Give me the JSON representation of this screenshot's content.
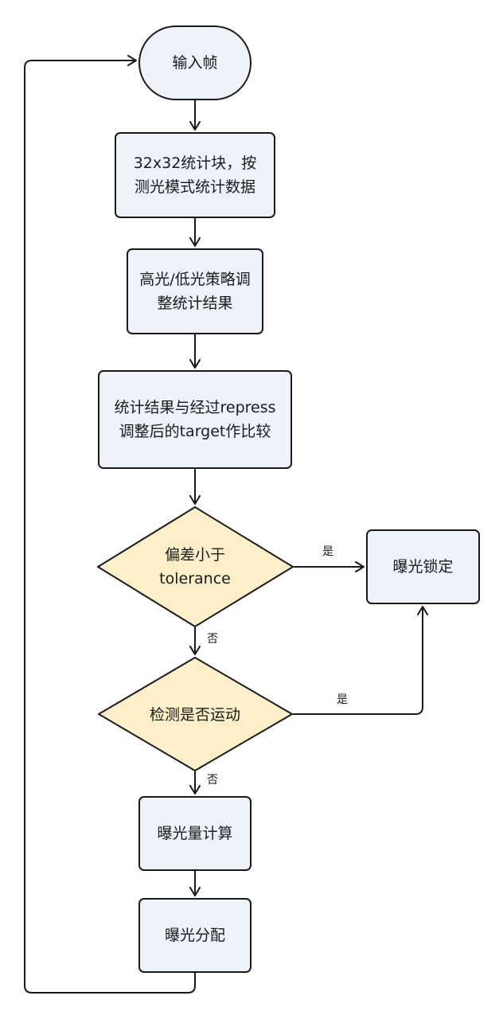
{
  "colors": {
    "process_fill": "#eef2fb",
    "decision_fill": "#fdf0c8",
    "stroke": "#1a1a1a"
  },
  "nodes": {
    "input_frame": "输入帧",
    "block_stats": "32x32统计块，按测光模式统计数据",
    "highlight_strategy": "高光/低光策略调整统计结果",
    "compare_target": "统计结果与经过repress调整后的target作比较",
    "deviation_check": "偏差小于tolerance",
    "exposure_lock": "曝光锁定",
    "motion_check": "检测是否运动",
    "exposure_calc": "曝光量计算",
    "exposure_alloc": "曝光分配"
  },
  "edge_labels": {
    "deviation_yes": "是",
    "deviation_no": "否",
    "motion_yes": "是",
    "motion_no": "否"
  }
}
